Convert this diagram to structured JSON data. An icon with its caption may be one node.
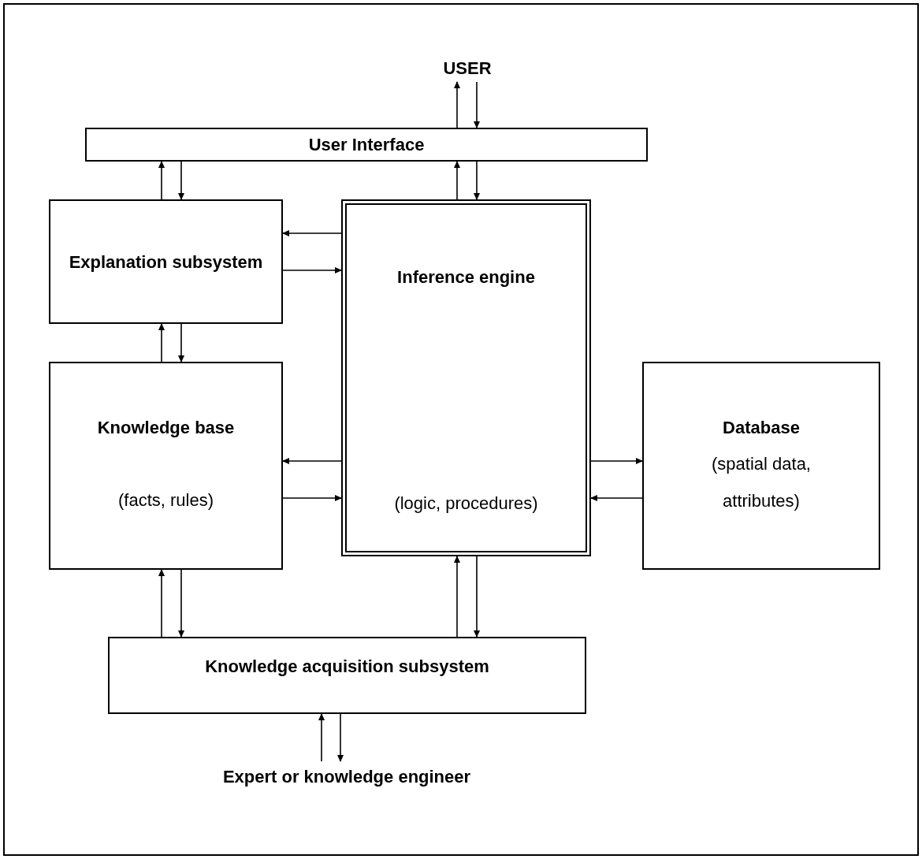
{
  "diagram": {
    "nodes": [
      {
        "text": [
          "USER"
        ]
      },
      {
        "text": [
          "User Interface"
        ]
      },
      {
        "text": [
          "Explanation subsystem"
        ]
      },
      {
        "text": [
          "Inference engine",
          "(logic, procedures)"
        ]
      },
      {
        "text": [
          "Knowledge base",
          "(facts, rules)"
        ]
      },
      {
        "text": [
          "Database",
          "(spatial data, attributes)"
        ]
      },
      {
        "text": [
          "Knowledge acquisition subsystem"
        ]
      },
      {
        "text": [
          "Expert or knowledge engineer"
        ]
      }
    ],
    "edges": [
      {
        "from": 1,
        "to": 0,
        "arrow": "to"
      },
      {
        "from": 0,
        "to": 1,
        "arrow": "to"
      },
      {
        "from": 2,
        "to": 1,
        "arrow": "to"
      },
      {
        "from": 1,
        "to": 2,
        "arrow": "to"
      },
      {
        "from": 3,
        "to": 1,
        "arrow": "to"
      },
      {
        "from": 1,
        "to": 3,
        "arrow": "to"
      },
      {
        "from": 3,
        "to": 2,
        "arrow": "to"
      },
      {
        "from": 2,
        "to": 3,
        "arrow": "to"
      },
      {
        "from": 4,
        "to": 2,
        "arrow": "to"
      },
      {
        "from": 2,
        "to": 4,
        "arrow": "to"
      },
      {
        "from": 3,
        "to": 4,
        "arrow": "to"
      },
      {
        "from": 4,
        "to": 3,
        "arrow": "to"
      },
      {
        "from": 3,
        "to": 5,
        "arrow": "to"
      },
      {
        "from": 5,
        "to": 3,
        "arrow": "to"
      },
      {
        "from": 6,
        "to": 4,
        "arrow": "to"
      },
      {
        "from": 4,
        "to": 6,
        "arrow": "to"
      },
      {
        "from": 6,
        "to": 3,
        "arrow": "to"
      },
      {
        "from": 3,
        "to": 6,
        "arrow": "to"
      },
      {
        "from": 7,
        "to": 6,
        "arrow": "to"
      },
      {
        "from": 6,
        "to": 7,
        "arrow": "to"
      }
    ]
  }
}
